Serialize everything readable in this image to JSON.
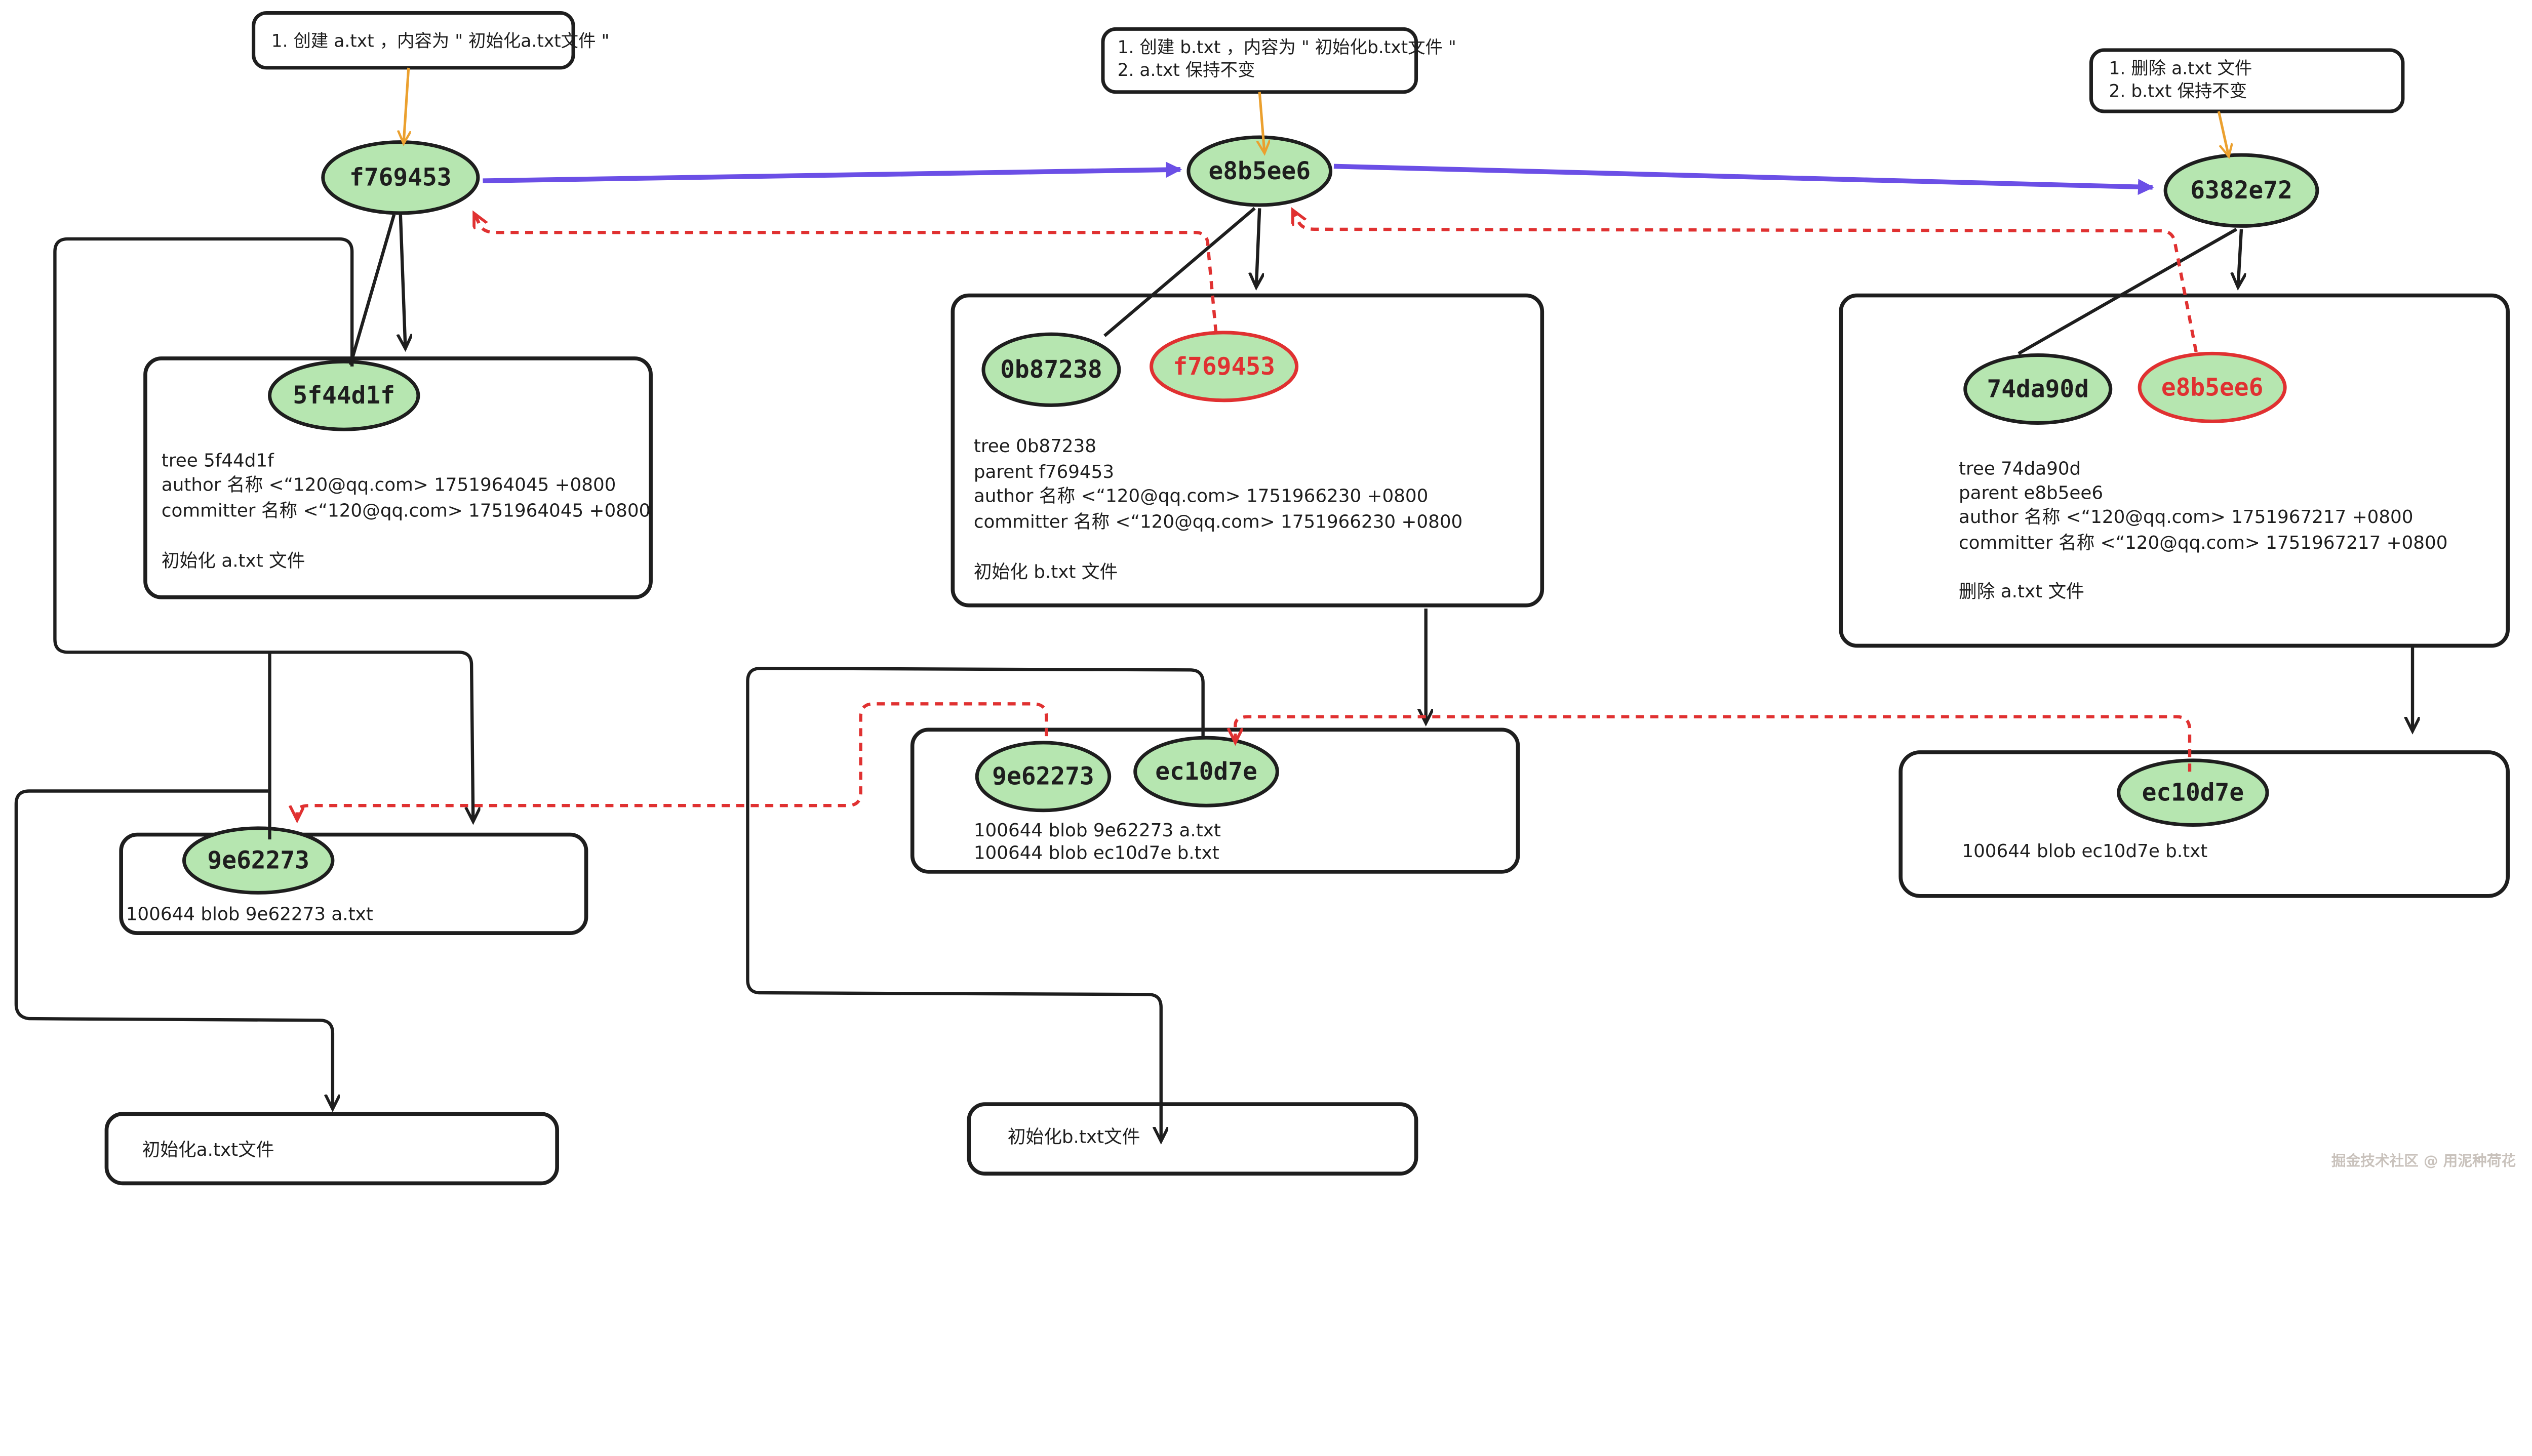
{
  "watermark": "掘金技术社区 @ 用泥种荷花",
  "notes": {
    "note1": {
      "line1": "1. 创建 a.txt ，内容为 \" 初始化a.txt文件 \""
    },
    "note2": {
      "line1": "1. 创建 b.txt ，内容为 \" 初始化b.txt文件 \"",
      "line2": "2. a.txt 保持不变"
    },
    "note3": {
      "line1": "1. 删除 a.txt 文件",
      "line2": "2. b.txt 保持不变"
    }
  },
  "commits": {
    "c1": "f769453",
    "c2": "e8b5ee6",
    "c3": "6382e72"
  },
  "commit1": {
    "tree_hash": "5f44d1f",
    "line1": "tree 5f44d1f",
    "line2": "author  名称 <“120@qq.com> 1751964045 +0800",
    "line3": "committer 名称 <“120@qq.com> 1751964045 +0800",
    "message": "初始化 a.txt 文件"
  },
  "commit2": {
    "tree_hash": "0b87238",
    "parent_ref": "f769453",
    "line1": "tree 0b87238",
    "line2": "parent f769453",
    "line3": "author 名称  <“120@qq.com> 1751966230 +0800",
    "line4": "committer 名称  <“120@qq.com> 1751966230 +0800",
    "message": "初始化 b.txt 文件"
  },
  "commit3": {
    "tree_hash": "74da90d",
    "parent_ref": "e8b5ee6",
    "line1": "tree 74da90d",
    "line2": "parent e8b5ee6",
    "line3": "author 名称  <“120@qq.com> 1751967217 +0800",
    "line4": "committer 名称  <“120@qq.com> 1751967217 +0800",
    "message": "删除 a.txt 文件"
  },
  "tree_left": {
    "blob_hash": "9e62273",
    "entry1": "100644 blob  9e62273  a.txt"
  },
  "tree_mid": {
    "blob1_hash": "9e62273",
    "blob2_hash": "ec10d7e",
    "entry1": "100644 blob 9e62273    a.txt",
    "entry2": "100644 blob ec10d7e    b.txt"
  },
  "tree_right": {
    "blob_hash": "ec10d7e",
    "entry1": "100644 blob ec10d7e    b.txt"
  },
  "blob_left": {
    "content": "初始化a.txt文件"
  },
  "blob_mid": {
    "content": "初始化b.txt文件"
  },
  "colors": {
    "node_fill": "#b6e6b0",
    "stroke": "#1e1e1e",
    "red": "#e03131",
    "purple": "#6b4fe6",
    "orange": "#eba02e"
  }
}
